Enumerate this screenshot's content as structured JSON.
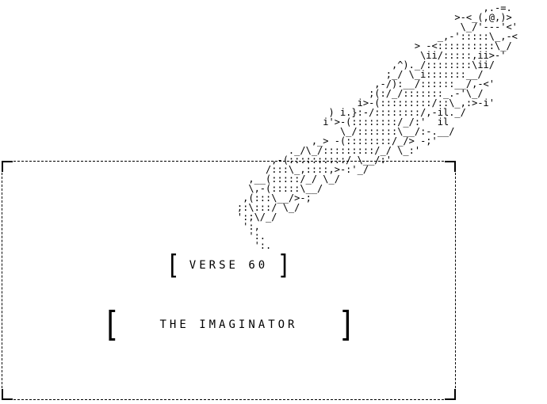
{
  "colors": {
    "foreground": "#000000",
    "background": "#ffffff"
  },
  "art": {
    "description": "ascii-dragon-creature-diagonal",
    "lines": [
      "                                               ,.-=.",
      "                                          >-<_(,@,)>",
      "                                           \\_/'---'<'",
      "                                       _,-':::::\\_,-<",
      "                                   > -<::::::::::\\_/",
      "                                    \\ii/:::::,ii>-'",
      "                               ,^)._/::::::::\\ii/",
      "                              ;_/ \\_i:::::::__/",
      "                            ,-/):__/::::::__/,-<'",
      "                           ;(:/_/:::::::_.-'\\_/",
      "                         i>-(:::::::::/::\\_,:>-i'",
      "                    ) i.}:-/::::::::/,-il._/",
      "                   i'>-(::::::::/_/:'  il",
      "                      \\_/:::::::\\__/:-.__/",
      "                 ,_> -(::::::::/_/> -;'",
      "             ._/\\_/:::::::::/_/ \\_:'",
      "          ,-(::::::::::/ \\__/:'",
      "         /:::\\_,::::,>-:'_/",
      "      ,__(:::::/_/ \\_/",
      "      \\,-(:::::\\__/",
      "     ,(:::\\__/>-;",
      "    ;:\\:::/ \\_/",
      "    ':;\\/_/",
      "     ':,",
      "      ':.",
      "       ':."
    ]
  },
  "frame": {
    "bracket_open": "[",
    "bracket_close": "]",
    "verse_label": "VERSE 60",
    "title": "THE IMAGINATOR"
  }
}
